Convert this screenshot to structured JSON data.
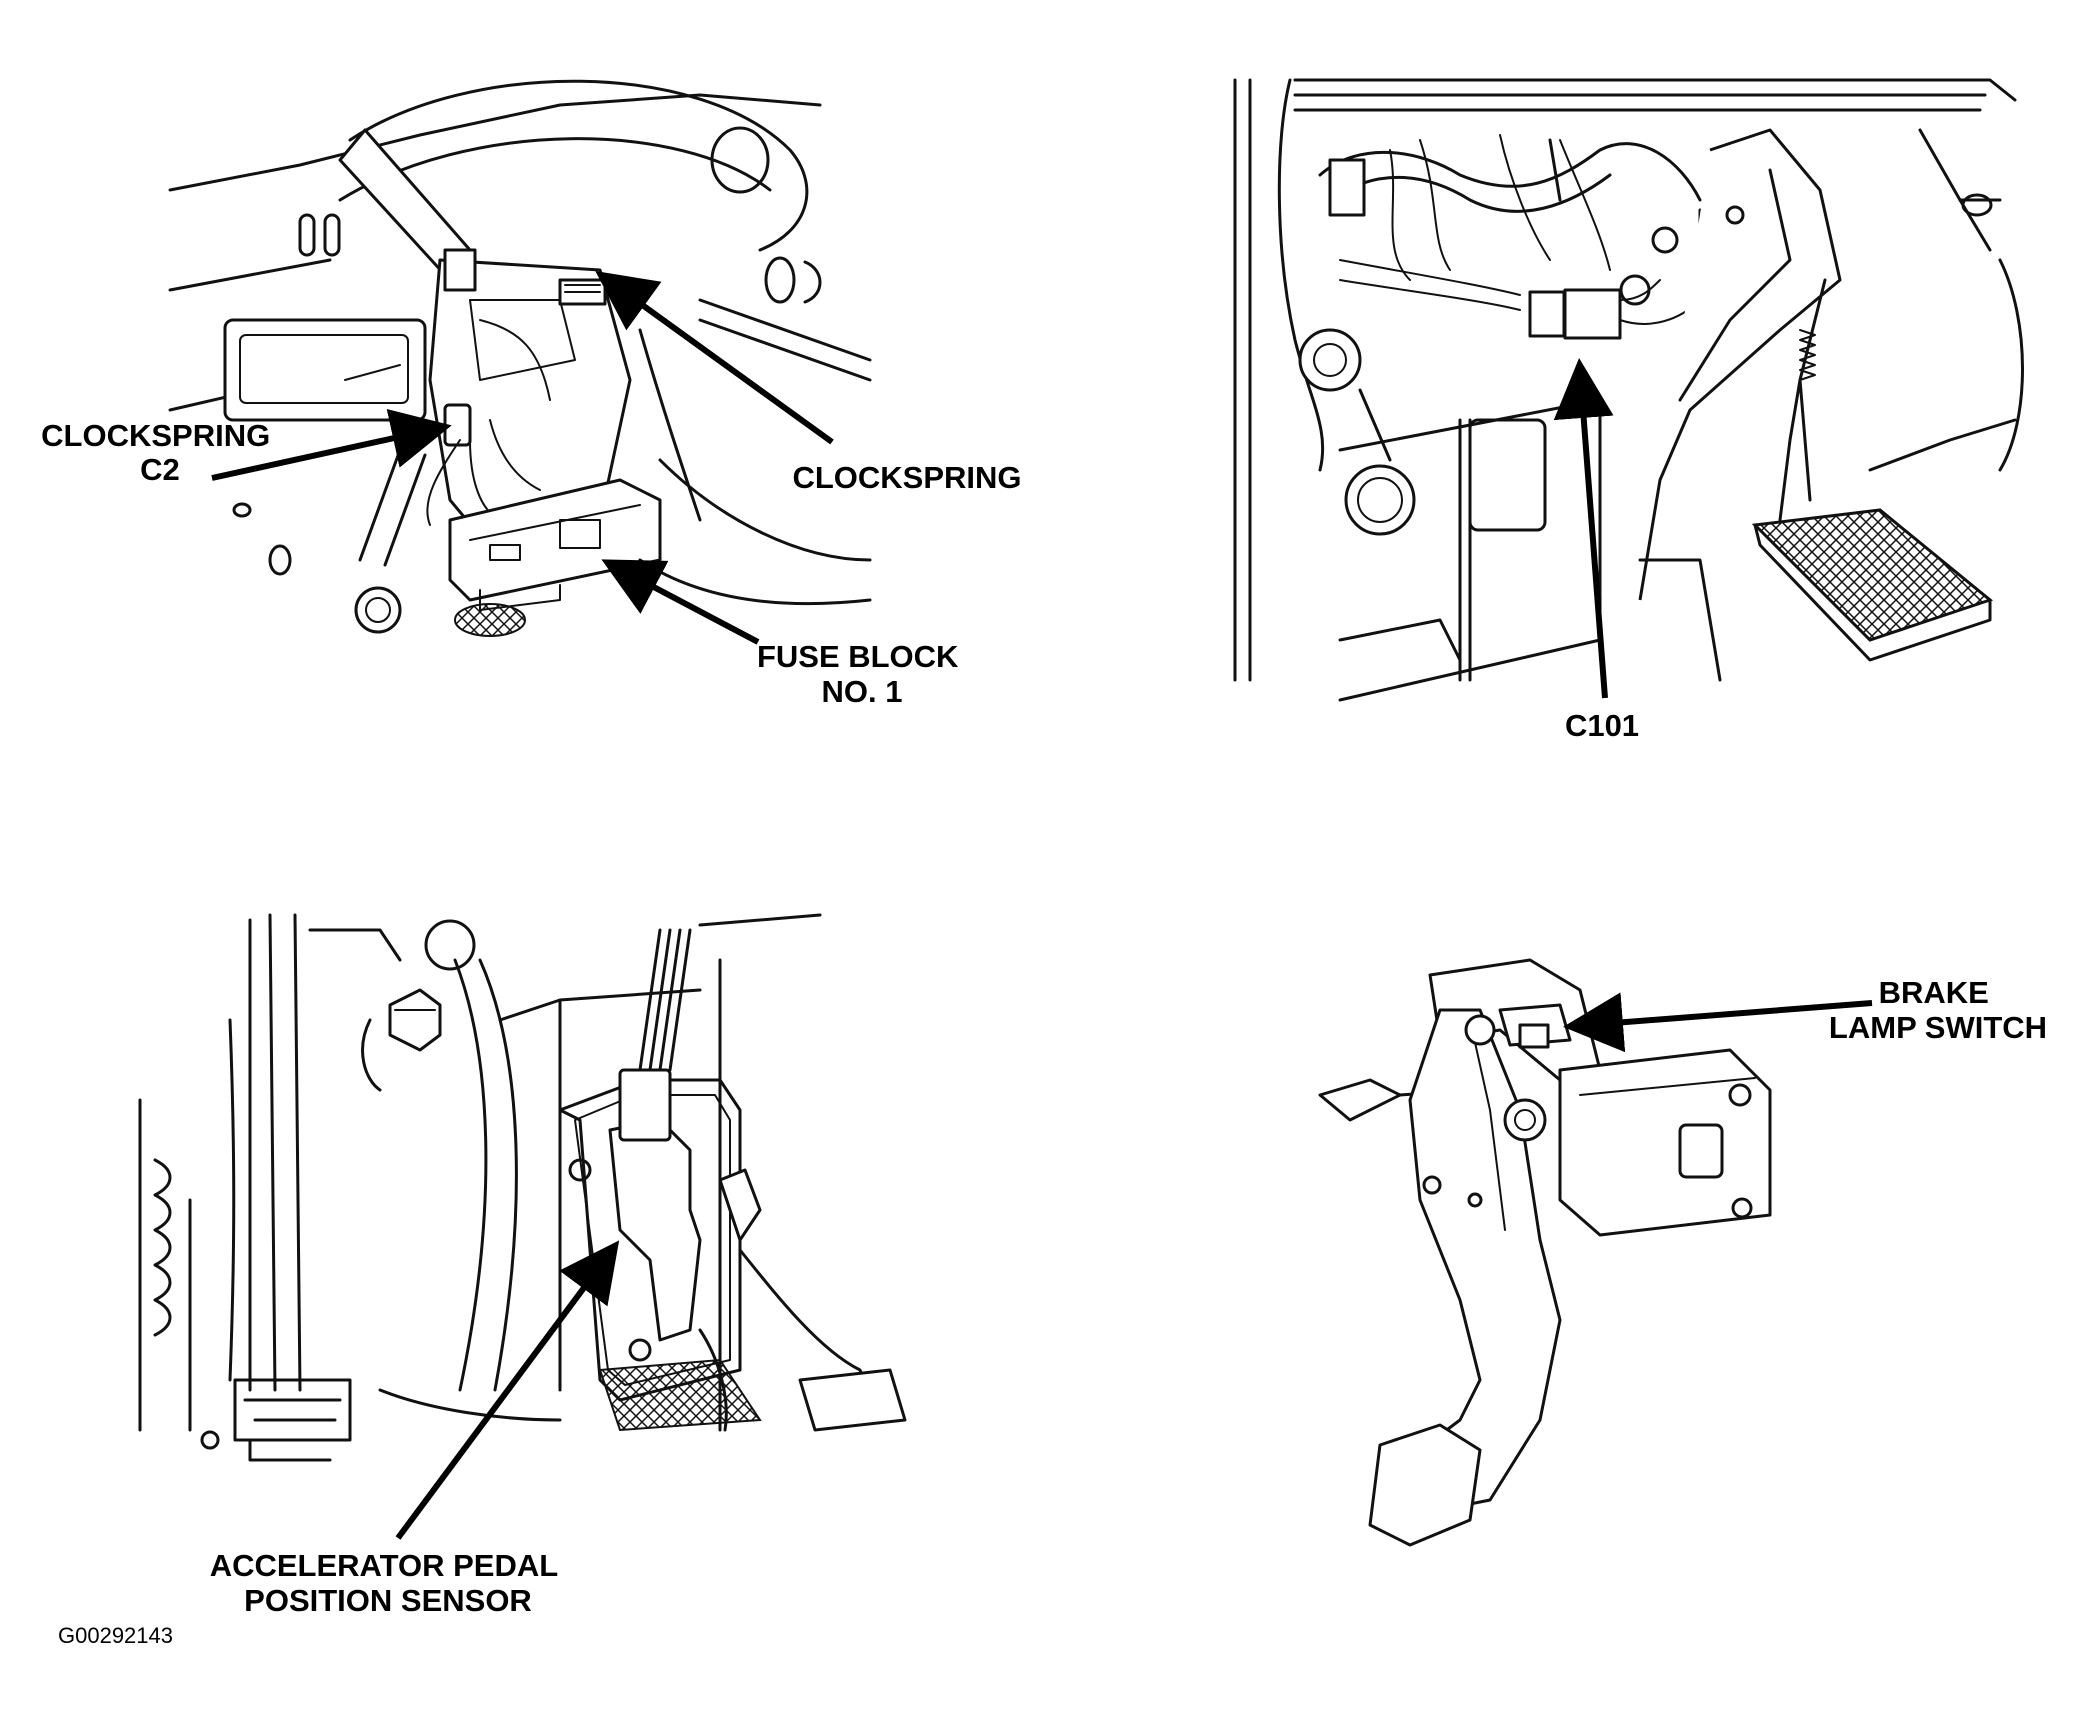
{
  "panels": {
    "top_left": {
      "callouts": {
        "clockspring_c2": [
          "CLOCKSPRING",
          "C2"
        ],
        "clockspring": [
          "CLOCKSPRING"
        ],
        "fuse_block": [
          "FUSE BLOCK",
          "NO. 1"
        ]
      }
    },
    "top_right": {
      "callouts": {
        "c101": [
          "C101"
        ]
      }
    },
    "bottom_left": {
      "callouts": {
        "accelerator": [
          "ACCELERATOR PEDAL",
          "POSITION SENSOR"
        ]
      }
    },
    "bottom_right": {
      "callouts": {
        "brake_lamp_switch": [
          "BRAKE",
          "LAMP SWITCH"
        ]
      }
    }
  },
  "figure_code": "G00292143"
}
